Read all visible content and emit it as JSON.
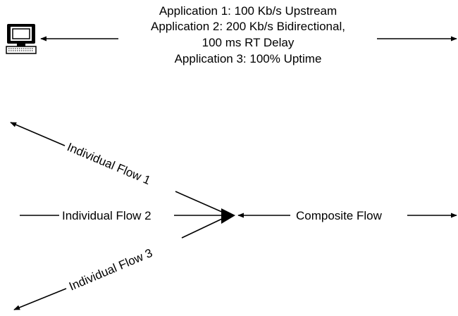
{
  "requirements": {
    "lines": [
      "Application 1: 100 Kb/s Upstream",
      "Application 2: 200 Kb/s Bidirectional,",
      "100 ms RT Delay",
      "Application 3: 100% Uptime"
    ]
  },
  "flows": {
    "flow1_label": "Individual Flow 1",
    "flow2_label": "Individual Flow 2",
    "flow3_label": "Individual Flow 3",
    "composite_label": "Composite Flow"
  },
  "icons": {
    "computer": "computer-icon"
  }
}
